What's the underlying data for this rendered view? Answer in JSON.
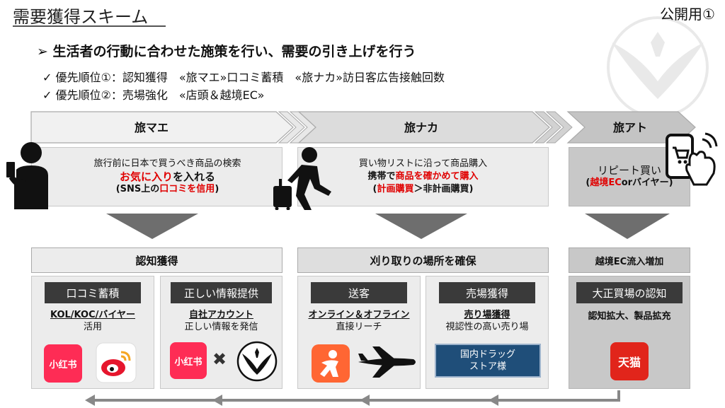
{
  "header": {
    "title": "需要獲得スキーム",
    "public_label": "公開用①"
  },
  "headline": "➢ 生活者の行動に合わせた施策を行い、需要の引き上げを行う",
  "priorities": [
    "✓ 優先順位①：認知獲得　«旅マエ»口コミ蓄積　«旅ナカ»訪日客広告接触回数",
    "✓ 優先順位②：売場強化　«店頭＆越境EC»"
  ],
  "phases": [
    {
      "label": "旅マエ",
      "line1": "旅行前に日本で買うべき商品の検索",
      "line2_red": "お気に入り",
      "line2_rest": "を入れる",
      "line3_pre": "(SNS上の",
      "line3_red": "口コミを信用",
      "line3_post": ")"
    },
    {
      "label": "旅ナカ",
      "line1": "買い物リストに沿って商品購入",
      "line2_pre": "携帯で",
      "line2_red": "商品を確かめて購入",
      "line3_pre": "(",
      "line3_red": "計画購買",
      "line3_post": "＞非計画購買)"
    },
    {
      "label": "旅アト",
      "line1": "リピート買い",
      "line2_pre": "(",
      "line2_red": "越境EC",
      "line2_post": "orバイヤー)"
    }
  ],
  "sections": {
    "awareness": {
      "header": "認知獲得",
      "left": {
        "tag": "口コミ蓄積",
        "line1": "KOL/KOC/バイヤー",
        "line2": "活用"
      },
      "right": {
        "tag": "正しい情報提供",
        "line1": "自社アカウント",
        "line2": "正しい情報を発信"
      },
      "icons": {
        "xhs": "小红书",
        "weibo": "weibo-icon",
        "cross": "✖"
      }
    },
    "secure": {
      "header": "刈り取りの場所を確保",
      "left": {
        "tag": "送客",
        "line1": "オンライン＆オフライン",
        "line2": "直接リーチ"
      },
      "right": {
        "tag": "売場獲得",
        "line1": "売り場獲得",
        "line2": "視認性の高い売り場",
        "button": [
          "国内ドラッグ",
          "ストア様"
        ]
      }
    },
    "crossborder": {
      "header": "越境EC流入増加",
      "tag": "大正買場の認知",
      "line1": "認知拡大、製品拡充",
      "tmall": "天猫"
    }
  },
  "colors": {
    "red": "#e00000",
    "dark_tag": "#3a3a3a",
    "navy": "#1f4e79",
    "panel": "#ececec"
  }
}
